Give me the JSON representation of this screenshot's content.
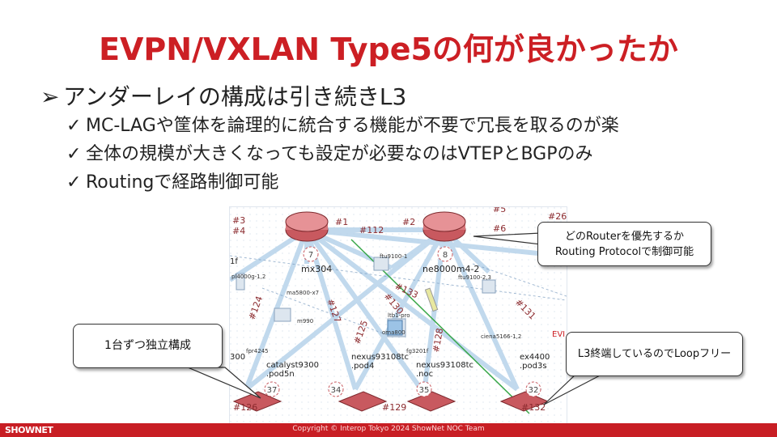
{
  "slide": {
    "title": "EVPN/VXLAN Type5の何が良かったか",
    "bullet_main": "アンダーレイの構成は引き続きL3",
    "bullet_arrow": "➢",
    "check": "✓",
    "sub_bullets": [
      "MC-LAGや筐体を論理的に統合する機能が不要で冗長を取るのが楽",
      "全体の規模が大きくなっても設定が必要なのはVTEPとBGPのみ",
      "Routingで経路制御可能"
    ]
  },
  "callouts": {
    "router_priority_line1": "どのRouterを優先するか",
    "router_priority_line2": "Routing Protocolで制御可能",
    "independent": "1台ずつ独立構成",
    "loop_free": "L3終端しているのでLoopフリー"
  },
  "diagram": {
    "routers": [
      {
        "id": "mx304",
        "label": "mx304",
        "badge": "7"
      },
      {
        "id": "ne8000",
        "label": "ne8000m4-2",
        "badge": "8"
      }
    ],
    "link_labels": [
      "#3",
      "#4",
      "#1",
      "#112",
      "#2",
      "#5",
      "#6",
      "#26",
      "#133",
      "#130",
      "#124",
      "#127",
      "#125",
      "#128",
      "#131",
      "#126",
      "#129",
      "#132"
    ],
    "nodes": [
      {
        "label": "catalyst9300",
        "sub": ".pod5n"
      },
      {
        "label": "nexus93108tc",
        "sub": ".pod4"
      },
      {
        "label": "nexus93108tc",
        "sub": ".noc"
      },
      {
        "label": "ex4400",
        "sub": ".pod3s"
      }
    ],
    "small_labels": [
      "ftu9100-1",
      "ftu9100-2,3",
      "pl4000g-1,2",
      "ma5800-x7",
      "m990",
      "ltb1-pro",
      "oma800",
      "fg3201f",
      "ciena5166-1,2",
      "fpr4245",
      "EVI",
      "1f",
      "300"
    ],
    "leaf_badges": [
      "37",
      "34",
      "35",
      "32"
    ]
  },
  "footer": {
    "logo": "SHOWNET",
    "copyright": "Copyright © Interop Tokyo 2024 ShowNet NOC Team"
  },
  "colors": {
    "accent": "#cc1f24",
    "router": "#c8595f",
    "link": "#b7d3ea"
  }
}
